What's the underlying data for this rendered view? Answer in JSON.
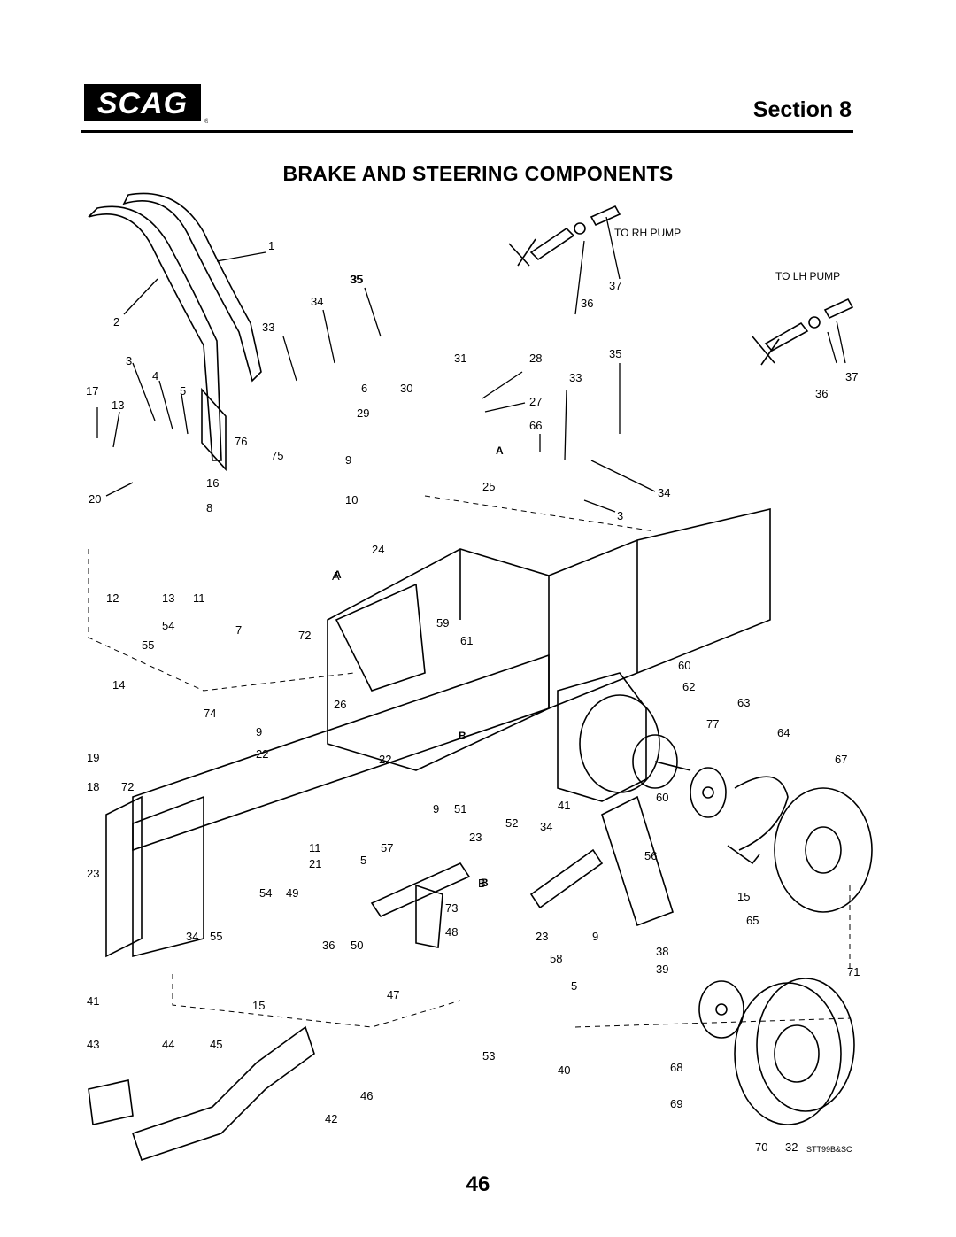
{
  "header": {
    "logo_text": "SCAG",
    "logo_mark": "®",
    "section_label": "Section 8"
  },
  "page_title": "BRAKE AND STEERING COMPONENTS",
  "diagram": {
    "annotations": {
      "to_rh_pump": "TO RH PUMP",
      "to_lh_pump": "TO LH PUMP",
      "drawing_code": "STT99B&SC"
    },
    "view_markers": [
      "A",
      "A",
      "B",
      "B"
    ],
    "callouts": [
      "1",
      "2",
      "3",
      "4",
      "5",
      "17",
      "13",
      "20",
      "16",
      "8",
      "12",
      "13",
      "11",
      "54",
      "55",
      "14",
      "7",
      "72",
      "74",
      "9",
      "22",
      "19",
      "18",
      "72",
      "23",
      "41",
      "43",
      "44",
      "45",
      "15",
      "47",
      "46",
      "42",
      "34",
      "55",
      "36",
      "50",
      "11",
      "21",
      "5",
      "54",
      "49",
      "57",
      "73",
      "48",
      "76",
      "75",
      "6",
      "29",
      "30",
      "33",
      "34",
      "35",
      "31",
      "28",
      "27",
      "66",
      "9",
      "10",
      "24",
      "25",
      "A",
      "59",
      "61",
      "26",
      "22",
      "9",
      "51",
      "52",
      "41",
      "23",
      "34",
      "56",
      "B",
      "23",
      "9",
      "58",
      "5",
      "53",
      "40",
      "35",
      "33",
      "35",
      "37",
      "36",
      "34",
      "3",
      "37",
      "36",
      "60",
      "62",
      "63",
      "77",
      "64",
      "67",
      "60",
      "15",
      "65",
      "38",
      "39",
      "71",
      "68",
      "69",
      "70",
      "32"
    ]
  },
  "page_number": "46"
}
